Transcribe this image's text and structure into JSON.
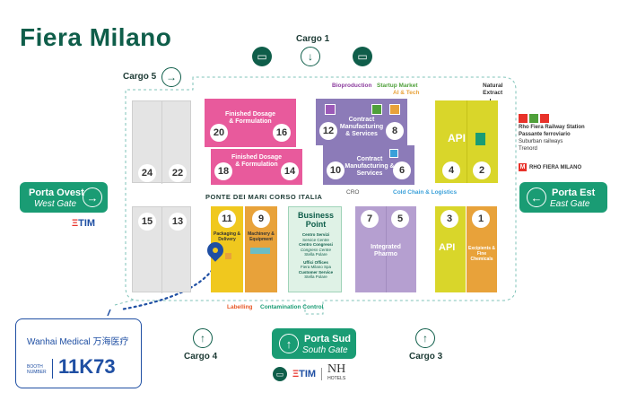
{
  "title": "Fiera Milano",
  "cargo": {
    "c1": "Cargo 1",
    "c3": "Cargo 3",
    "c4": "Cargo 4",
    "c5": "Cargo 5"
  },
  "gates": {
    "west": {
      "name": "Porta Ovest",
      "sub": "West Gate"
    },
    "east": {
      "name": "Porta Est",
      "sub": "East Gate"
    },
    "south": {
      "name": "Porta Sud",
      "sub": "South Gate"
    }
  },
  "top_labels": {
    "bioproduction": "Bioproduction",
    "startup": "Startup Market",
    "ai": "AI & Tech",
    "natural": "Natural",
    "extract": "Extract"
  },
  "halls": {
    "fd_top": "Finished Dosage & Formulation",
    "fd_bot": "Finished Dosage & Formulation",
    "cms_top": "Contract Manufacturing & Services",
    "cms_bot": "Contract Manufacturing & Services",
    "api_top": "API",
    "api_bot": "API",
    "pharmo": "Integrated Pharmo",
    "packaging": "Packaging & Delivery",
    "machinery": "Machinery & Equipment",
    "excipients": "Excipients & Fine Chemicals",
    "n20": "20",
    "n16": "16",
    "n18": "18",
    "n14": "14",
    "n12": "12",
    "n8": "8",
    "n10": "10",
    "n6": "6",
    "n24": "24",
    "n22": "22",
    "n15": "15",
    "n13": "13",
    "n11": "11",
    "n9": "9",
    "n7": "7",
    "n5": "5",
    "n4": "4",
    "n2": "2",
    "n3": "3",
    "n1": "1"
  },
  "labels": {
    "corso": "PONTE DEI MARI CORSO ITALIA",
    "cro": "CRO",
    "coldchain": "Cold Chain & Logistics",
    "labelling": "Labelling",
    "contamination": "Contamination Control"
  },
  "business": {
    "title1": "Business",
    "title2": "Point",
    "l1": "Centro Servizi",
    "l2": "Service Centre",
    "l3": "Centro Congressi",
    "l4": "Congress Centre",
    "l5": "Stella Polare",
    "l6": "Uffici Offices",
    "l7": "Fiera Milano Spa",
    "l8": "Customer Service",
    "l9": "Stella Polare"
  },
  "rail": {
    "r1": "Rho Fiera Railway Station",
    "r2": "Passante ferroviario",
    "r3": "Suburban railways",
    "r4": "Trenord",
    "r5": "RHO FIERA MILANO"
  },
  "sponsors": {
    "tim": "TIM",
    "nh": "NH",
    "hotels": "HOTELS"
  },
  "booth": {
    "company": "Wanhai Medical 万海医疗",
    "label1": "BOOTH",
    "label2": "NUMBER",
    "number": "11K73"
  },
  "colors": {
    "green_dark": "#0f5e4a",
    "gate_green": "#1a9c74",
    "pink": "#e85a9c",
    "purple": "#8c7bb8",
    "lilac": "#b59fd0",
    "yellow": "#d9d62a",
    "orange": "#e8a23a",
    "grey": "#e4e4e4",
    "booth_blue": "#1f4fa3"
  }
}
